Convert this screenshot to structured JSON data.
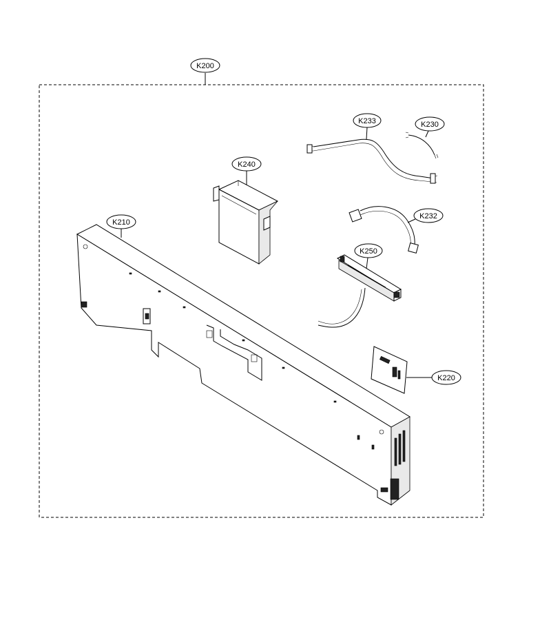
{
  "callouts": {
    "k200": "K200",
    "k233": "K233",
    "k230": "K230",
    "k240": "K240",
    "k232": "K232",
    "k210": "K210",
    "k250": "K250",
    "k220": "K220"
  },
  "colors": {
    "line": "#000000",
    "background": "#ffffff"
  }
}
